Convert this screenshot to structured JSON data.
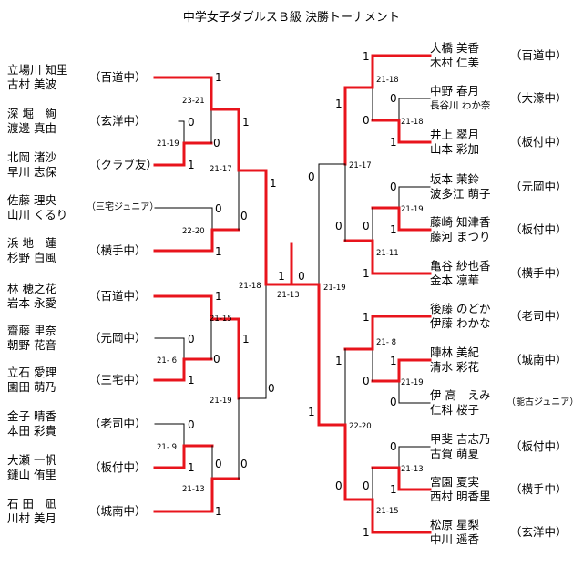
{
  "title": "中学女子ダブルスＢ級 決勝トーナメント",
  "left": [
    {
      "p1": "立場川 知里",
      "p2": "古村 美波",
      "school": "（百道中）"
    },
    {
      "p1": "深 堀　絢",
      "p2": "渡邊 真由",
      "school": "（玄洋中）"
    },
    {
      "p1": "北岡 渚沙",
      "p2": "早川 志保",
      "school": "（クラブ友）"
    },
    {
      "p1": "佐藤 理央",
      "p2": "山川 くるり",
      "school": "（三宅ジュニア）"
    },
    {
      "p1": "浜 地　蓮",
      "p2": "杉野 白風",
      "school": "（横手中）"
    },
    {
      "p1": "林 穂之花",
      "p2": "岩本 永愛",
      "school": "（百道中）"
    },
    {
      "p1": "齋藤 里奈",
      "p2": "朝野 花音",
      "school": "（元岡中）"
    },
    {
      "p1": "立石 愛理",
      "p2": "園田 萌乃",
      "school": "（三宅中）"
    },
    {
      "p1": "金子 晴香",
      "p2": "本田 彩貴",
      "school": "（老司中）"
    },
    {
      "p1": "大瀬 一帆",
      "p2": "鏈山 侑里",
      "school": "（板付中）"
    },
    {
      "p1": "石 田　凪",
      "p2": "川村 美月",
      "school": "（城南中）"
    }
  ],
  "right": [
    {
      "p1": "大橋 美香",
      "p2": "木村 仁美",
      "school": "（百道中）"
    },
    {
      "p1": "中野 春月",
      "p2": "長谷川 わか奈",
      "school": "（大濠中）"
    },
    {
      "p1": "井上 翠月",
      "p2": "山本 彩加",
      "school": "（板付中）"
    },
    {
      "p1": "坂本 茉鈴",
      "p2": "波多江 萌子",
      "school": "（元岡中）"
    },
    {
      "p1": "藤崎 知津香",
      "p2": "藤河 まつり",
      "school": "（板付中）"
    },
    {
      "p1": "亀谷 紗也香",
      "p2": "金本 凛華",
      "school": "（横手中）"
    },
    {
      "p1": "後藤 のどか",
      "p2": "伊藤 わかな",
      "school": "（老司中）"
    },
    {
      "p1": "陣林 美紀",
      "p2": "清水 彩花",
      "school": "（城南中）"
    },
    {
      "p1": "伊 高　えみ",
      "p2": "仁科 桜子",
      "school": "（能古ジュニア）"
    },
    {
      "p1": "甲斐 吉志乃",
      "p2": "古賀 萌夏",
      "school": "（板付中）"
    },
    {
      "p1": "宮園 夏実",
      "p2": "西村 明香里",
      "school": "（横手中）"
    },
    {
      "p1": "松原 星梨",
      "p2": "中川 遥香",
      "school": "（玄洋中）"
    }
  ],
  "scores": {
    "l_a": "23-21",
    "l_b": "21-19",
    "l_c": "21-17",
    "l_d": "22-20",
    "l_e": "21-18",
    "l_f": "21-15",
    "l_g": "21- 6",
    "l_h": "21-19",
    "l_i": "21- 9",
    "l_j": "21-13",
    "final": "21-13",
    "r_a": "21-18",
    "r_b": "21-18",
    "r_c": "21-17",
    "r_d": "21-19",
    "r_e": "21-11",
    "r_f": "21-19",
    "r_g": "21- 8",
    "r_h": "21-19",
    "r_i": "22-20",
    "r_j": "21-13",
    "r_k": "21-15"
  },
  "results": {
    "one": "1",
    "zero": "0"
  },
  "colors": {
    "winner": "#e8141c",
    "loser": "#000000"
  }
}
